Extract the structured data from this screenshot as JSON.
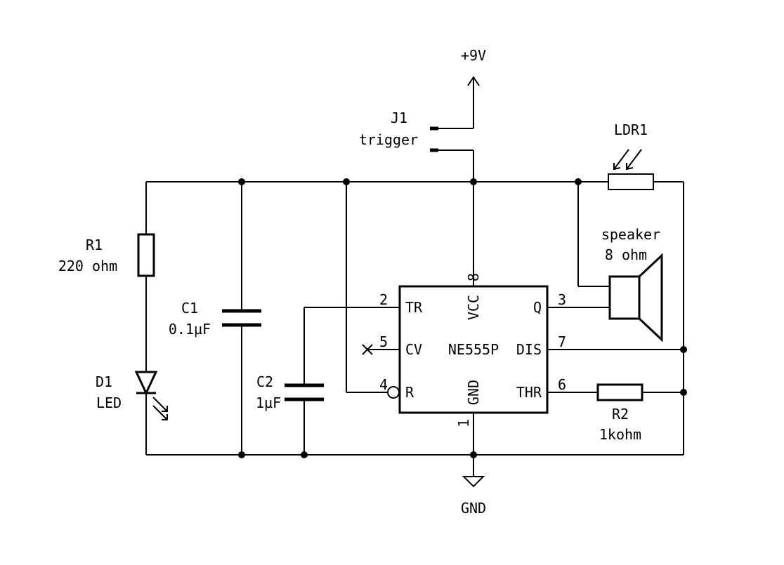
{
  "power": {
    "vcc_label": "+9V",
    "gnd_label": "GND"
  },
  "j1": {
    "ref": "J1",
    "value": "trigger"
  },
  "ldr1": {
    "ref": "LDR1"
  },
  "speaker": {
    "ref": "speaker",
    "value": "8 ohm"
  },
  "r1": {
    "ref": "R1",
    "value": "220 ohm"
  },
  "c1": {
    "ref": "C1",
    "value": "0.1µF"
  },
  "c2": {
    "ref": "C2",
    "value": "1µF"
  },
  "d1": {
    "ref": "D1",
    "value": "LED"
  },
  "r2": {
    "ref": "R2",
    "value": "1kohm"
  },
  "ic": {
    "name": "NE555P",
    "pins": {
      "tr": {
        "number": "2",
        "name": "TR"
      },
      "cv": {
        "number": "5",
        "name": "CV"
      },
      "r": {
        "number": "4",
        "name": "R"
      },
      "vcc": {
        "number": "8",
        "name": "VCC"
      },
      "gnd": {
        "number": "1",
        "name": "GND"
      },
      "q": {
        "number": "3",
        "name": "Q"
      },
      "dis": {
        "number": "7",
        "name": "DIS"
      },
      "thr": {
        "number": "6",
        "name": "THR"
      }
    }
  }
}
